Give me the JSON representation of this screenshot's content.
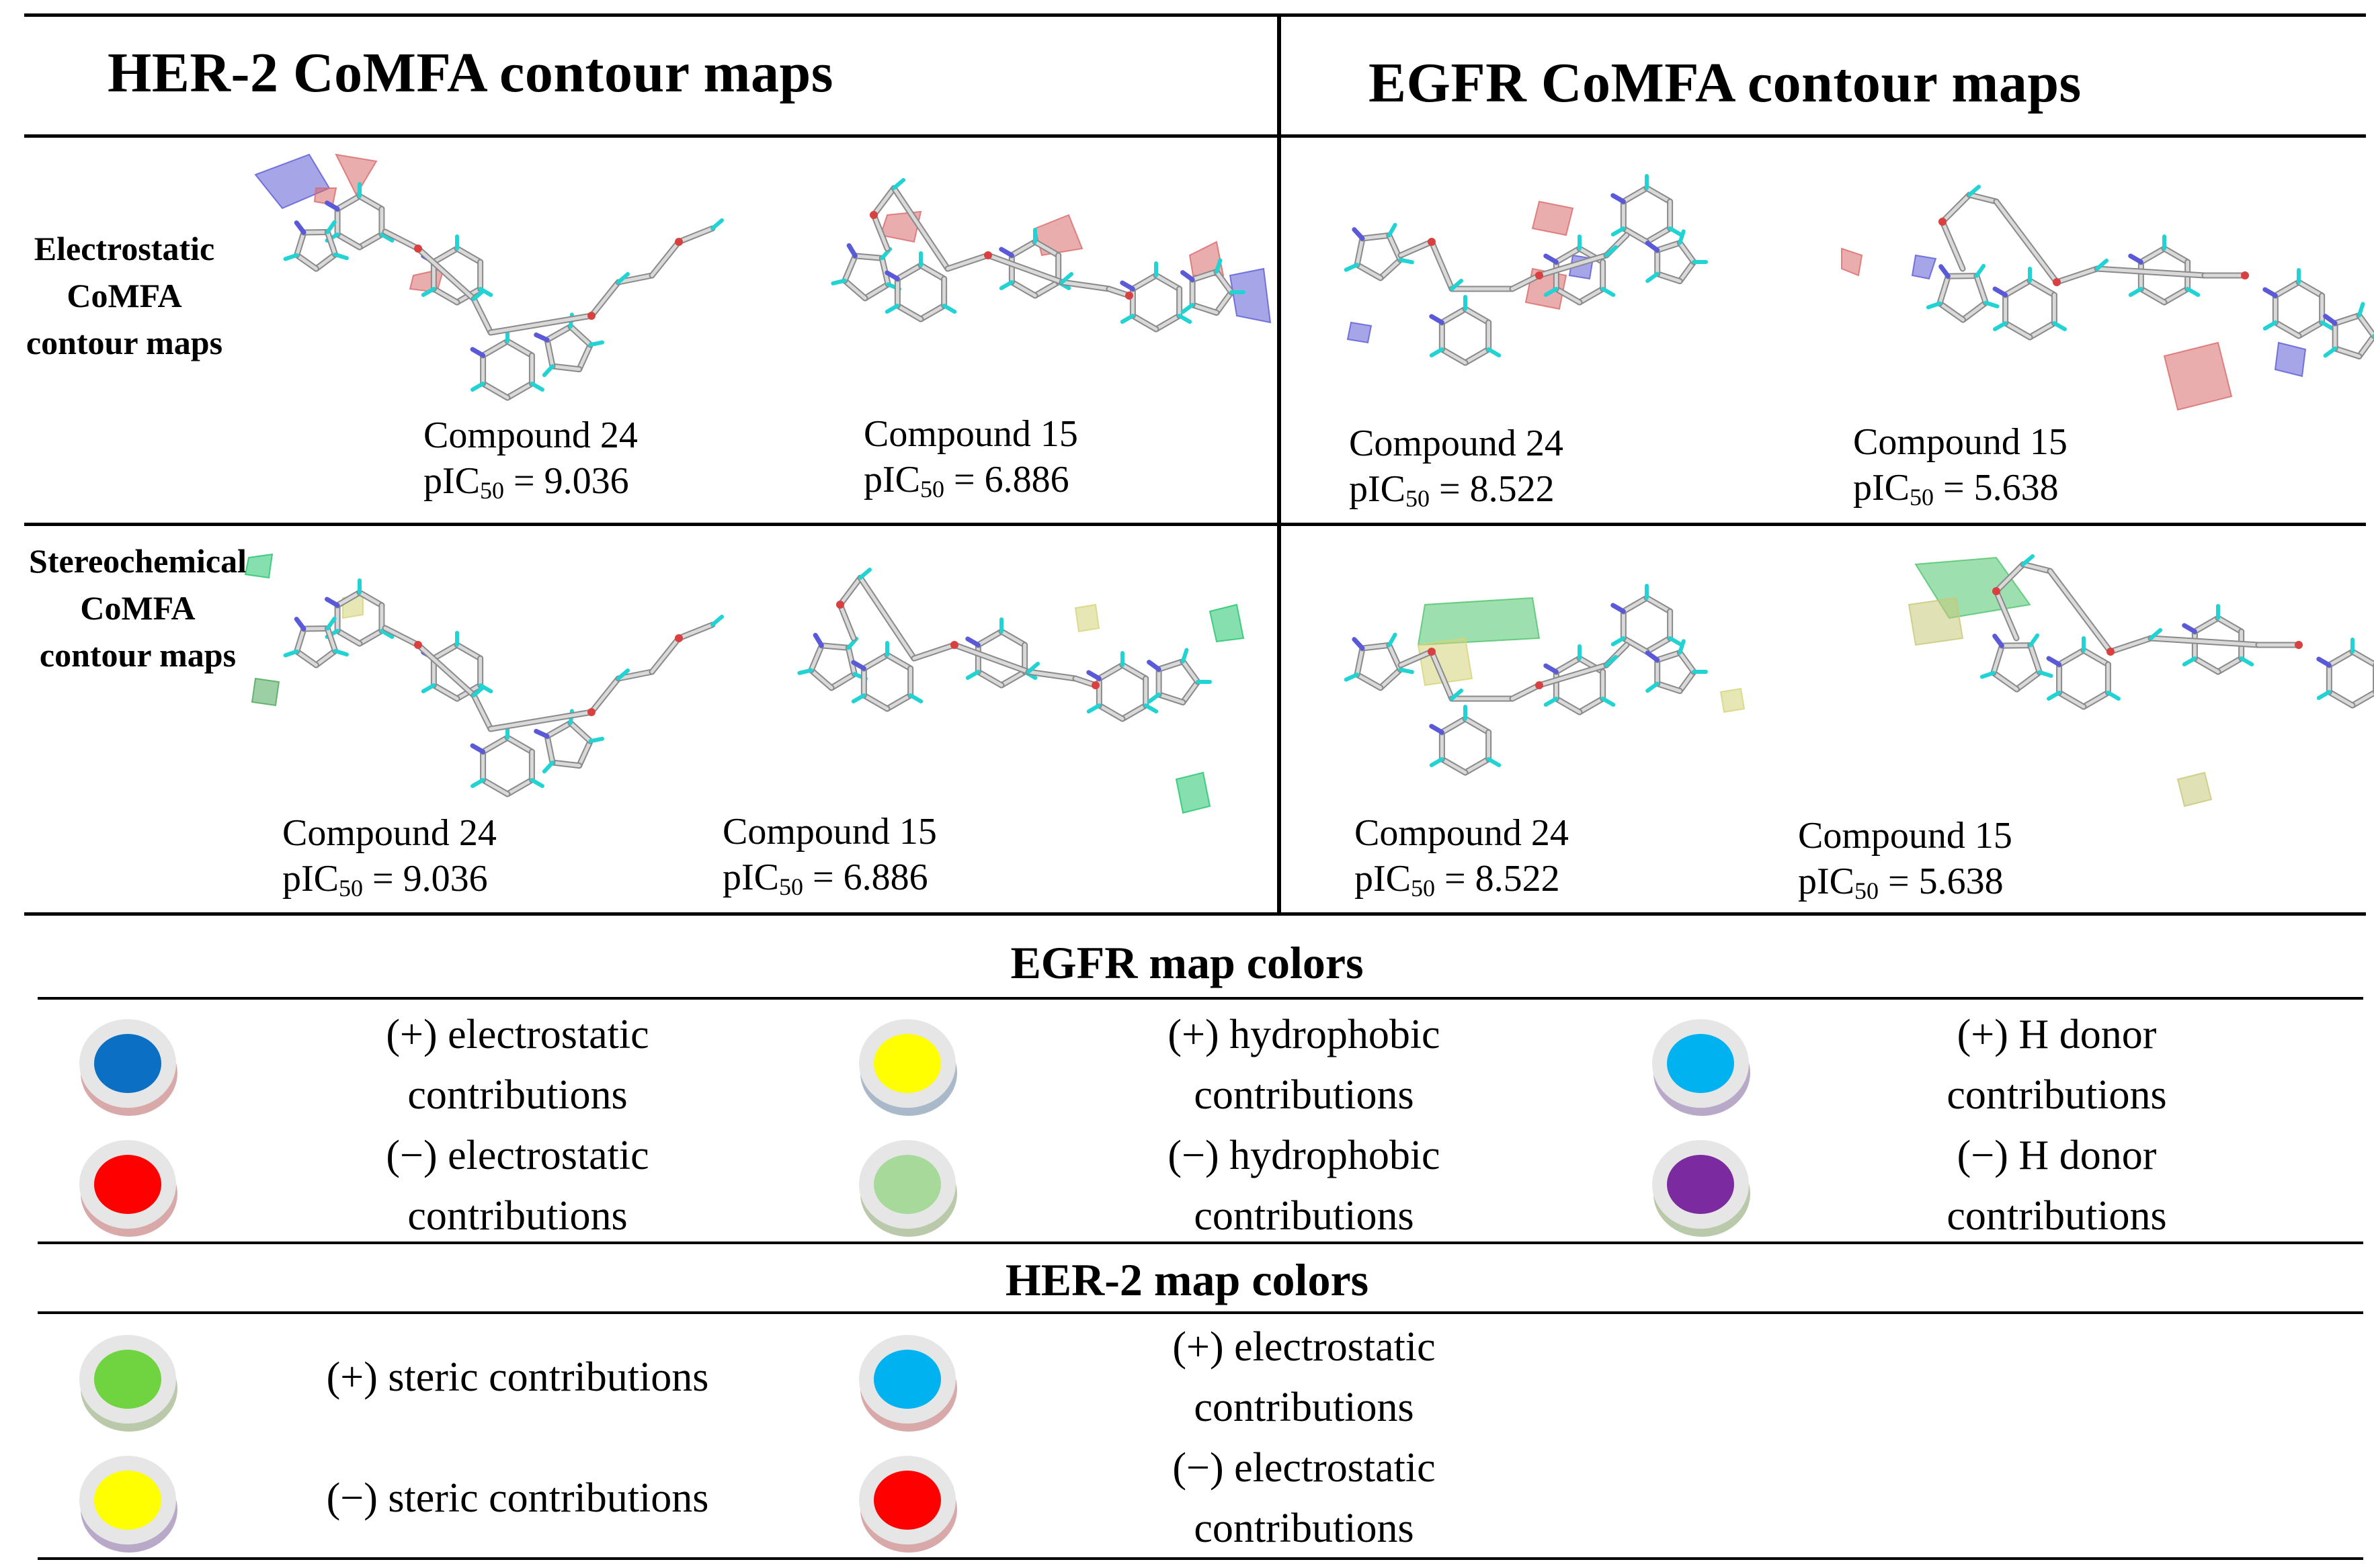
{
  "headers": {
    "her2": "HER-2 CoMFA contour maps",
    "egfr": "EGFR CoMFA contour maps"
  },
  "row_labels": {
    "electrostatic": "Electrostatic\nCoMFA\ncontour maps",
    "stereochemical": "Stereochemical\nCoMFA\ncontour maps"
  },
  "captions": {
    "her2_elec_c24": {
      "name": "Compound 24",
      "pic50": "9.036"
    },
    "her2_elec_c15": {
      "name": "Compound 15",
      "pic50": "6.886"
    },
    "egfr_elec_c24": {
      "name": "Compound 24",
      "pic50": "8.522"
    },
    "egfr_elec_c15": {
      "name": "Compound 15",
      "pic50": "5.638"
    },
    "her2_ster_c24": {
      "name": "Compound 24",
      "pic50": "9.036"
    },
    "her2_ster_c15": {
      "name": "Compound 15",
      "pic50": "6.886"
    },
    "egfr_ster_c24": {
      "name": "Compound 24",
      "pic50": "8.522"
    },
    "egfr_ster_c15": {
      "name": "Compound 15",
      "pic50": "5.638"
    }
  },
  "pic50_prefix": "pIC",
  "pic50_sub": "50",
  "pic50_eq": " = ",
  "egfr_legend": {
    "title": "EGFR map colors",
    "items": [
      {
        "color": "#0b6fc4",
        "rim": "#d9a9a9",
        "label": "(+) electrostatic\ncontributions"
      },
      {
        "color": "#ffff00",
        "rim": "#a9b9c9",
        "label": "(+) hydrophobic\ncontributions"
      },
      {
        "color": "#00b2ef",
        "rim": "#b9a9c9",
        "label": "(+) H donor\ncontributions"
      },
      {
        "color": "#ff0000",
        "rim": "#d9a9a9",
        "label": "(−) electrostatic\ncontributions"
      },
      {
        "color": "#a6d99a",
        "rim": "#b9c9a9",
        "label": "(−) hydrophobic\ncontributions"
      },
      {
        "color": "#7b2aa0",
        "rim": "#b9c9a9",
        "label": "(−) H donor\ncontributions"
      }
    ]
  },
  "her2_legend": {
    "title": "HER-2 map colors",
    "items": [
      {
        "color": "#6fd43f",
        "rim": "#b9c9a9",
        "label": "(+) steric contributions"
      },
      {
        "color": "#00b2ef",
        "rim": "#d9a9a9",
        "label": "(+) electrostatic\ncontributions"
      },
      {
        "color": "#ffff00",
        "rim": "#b9a9c9",
        "label": "(−) steric contributions"
      },
      {
        "color": "#ff0000",
        "rim": "#d9a9a9",
        "label": "(−) electrostatic\ncontributions"
      }
    ]
  }
}
